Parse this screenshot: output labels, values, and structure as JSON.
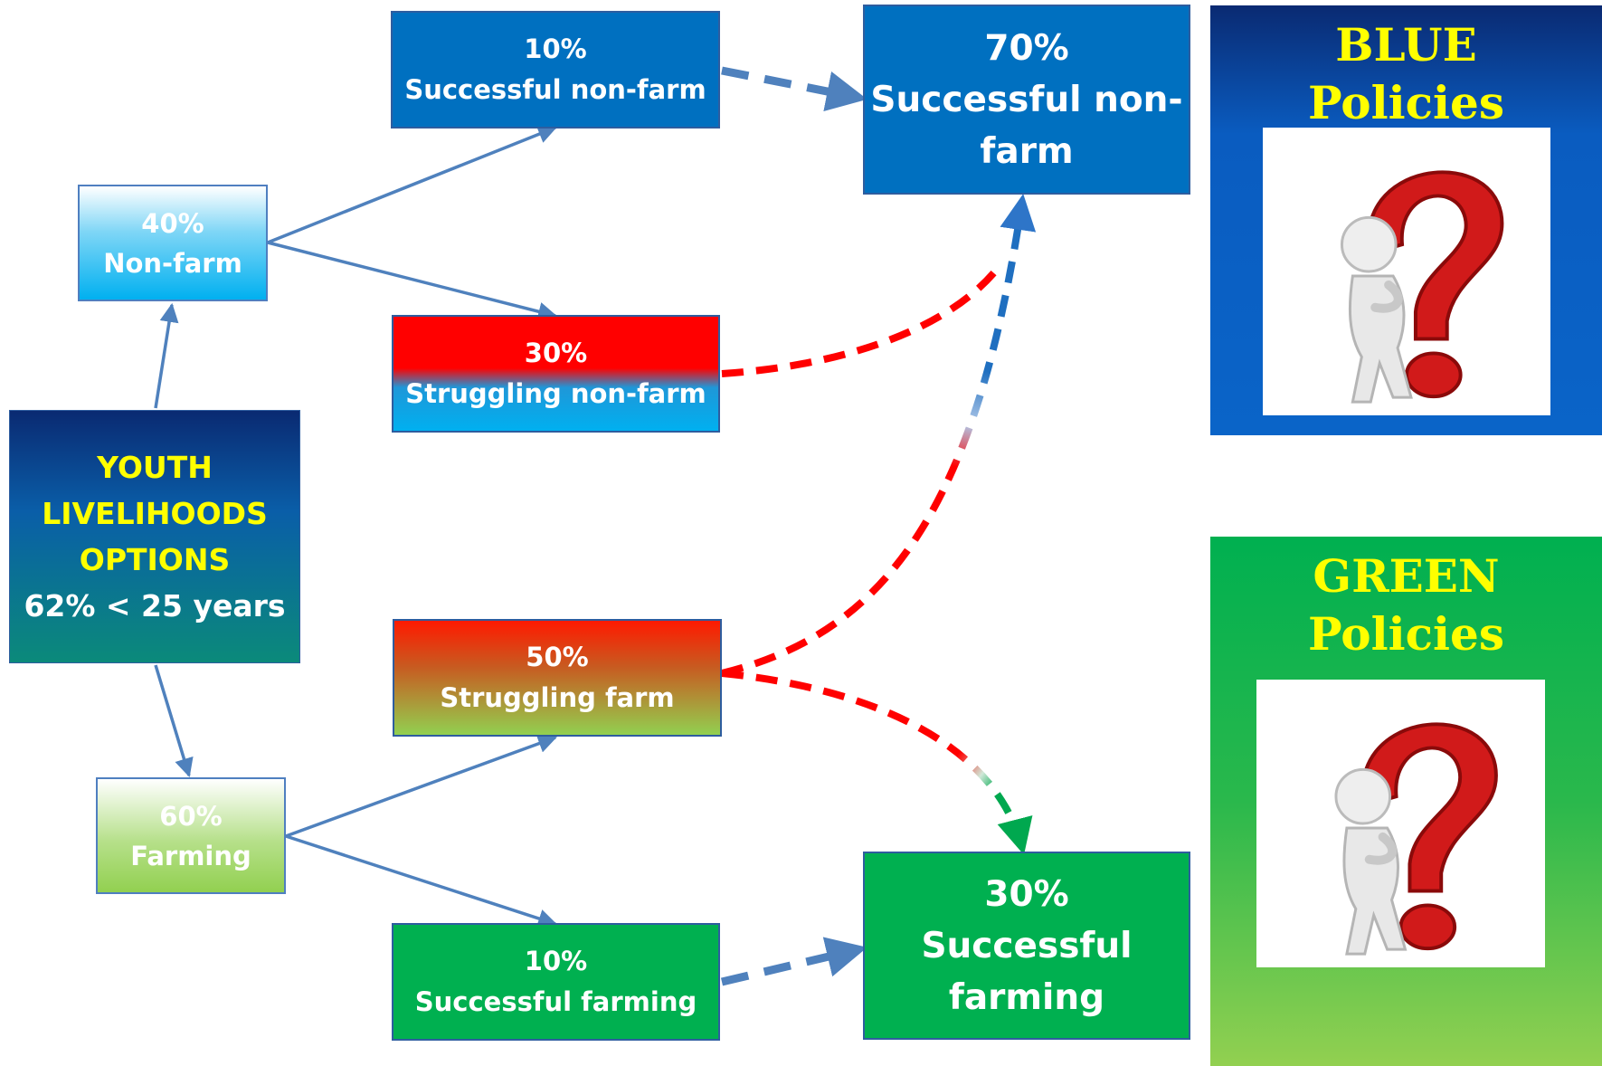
{
  "center": {
    "line1": "YOUTH",
    "line2": "LIVELIHOODS",
    "line3": "OPTIONS",
    "line4": "62% < 25 years"
  },
  "nonfarm": {
    "pct": "40%",
    "label": "Non-farm"
  },
  "farming": {
    "pct": "60%",
    "label": "Farming"
  },
  "successful_nonfarm_10": {
    "pct": "10%",
    "label": "Successful non-farm"
  },
  "struggling_nonfarm_30": {
    "pct": "30%",
    "label": "Struggling non-farm"
  },
  "struggling_farm_50": {
    "pct": "50%",
    "label": "Struggling farm"
  },
  "successful_farming_10": {
    "pct": "10%",
    "label": "Successful farming"
  },
  "successful_nonfarm_70": {
    "pct": "70%",
    "label1": "Successful non-",
    "label2": "farm"
  },
  "successful_farming_30": {
    "pct": "30%",
    "label1": "Successful",
    "label2": "farming"
  },
  "blue_policies": {
    "line1": "BLUE",
    "line2": "Policies",
    "image_icon": "question-mark-thinker-icon"
  },
  "green_policies": {
    "line1": "GREEN",
    "line2": "Policies",
    "image_icon": "question-mark-thinker-icon"
  },
  "colors": {
    "blue": "#0070c0",
    "light_blue": "#00b0f0",
    "green": "#00b050",
    "light_green": "#92d050",
    "red": "#ff0000",
    "yellow": "#ffff00",
    "arrow": "#4f81bd",
    "green_arrow": "#00a84f"
  }
}
